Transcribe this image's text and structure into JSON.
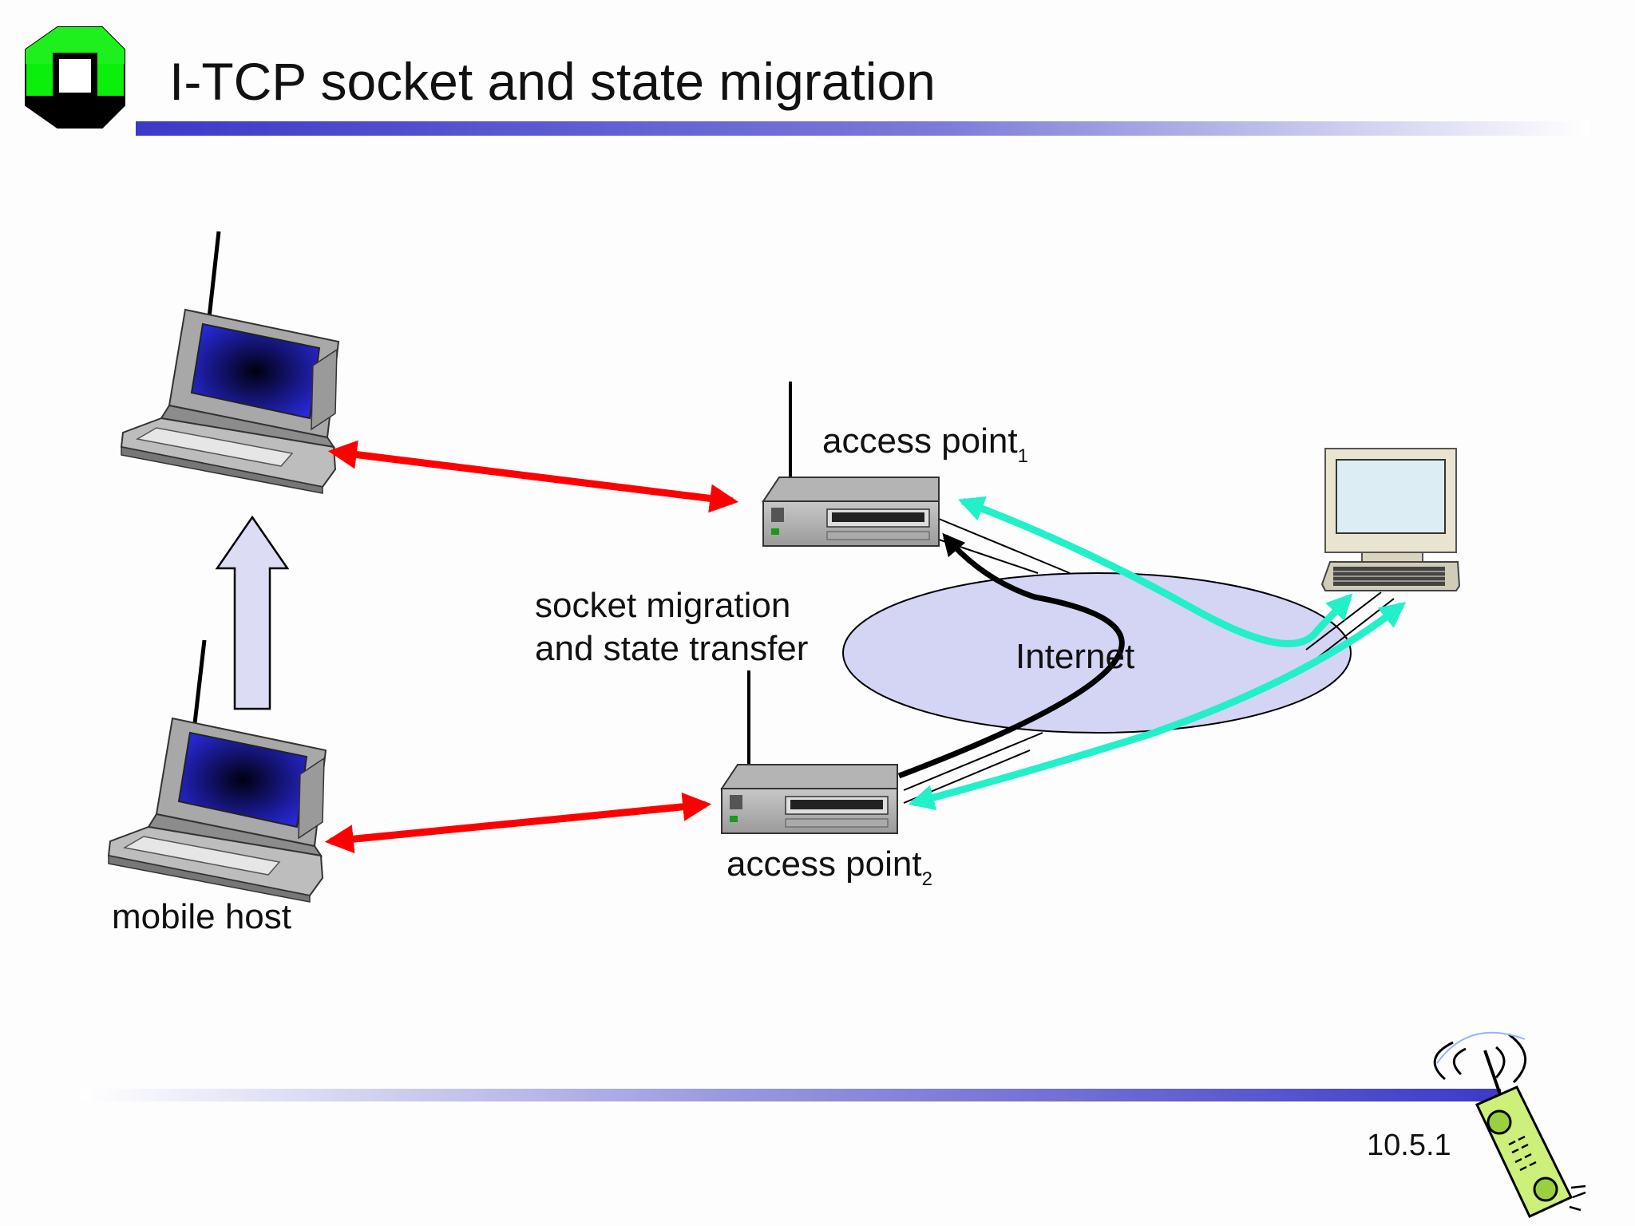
{
  "slide": {
    "title": "I-TCP socket and state migration",
    "page_number": "10.5.1",
    "header_bar_color": "#4040cc",
    "logo_colors": [
      "#00ff00",
      "#000000"
    ]
  },
  "labels": {
    "mobile_host": "mobile host",
    "migration_line1": "socket migration",
    "migration_line2": "and state transfer",
    "access_point_1": "access point",
    "access_point_1_sub": "1",
    "access_point_2": "access point",
    "access_point_2_sub": "2",
    "internet": "Internet"
  },
  "colors": {
    "wireless_link": "#ff0000",
    "tcp_connection": "#22f0c8",
    "migration_arrow": "#000000",
    "internet_cloud": "#d4d4f4",
    "move_arrow": "#dcdcf4"
  },
  "icons": [
    "logo-icon",
    "laptop-icon",
    "access-point-icon",
    "desktop-computer-icon",
    "mobile-phone-icon"
  ]
}
